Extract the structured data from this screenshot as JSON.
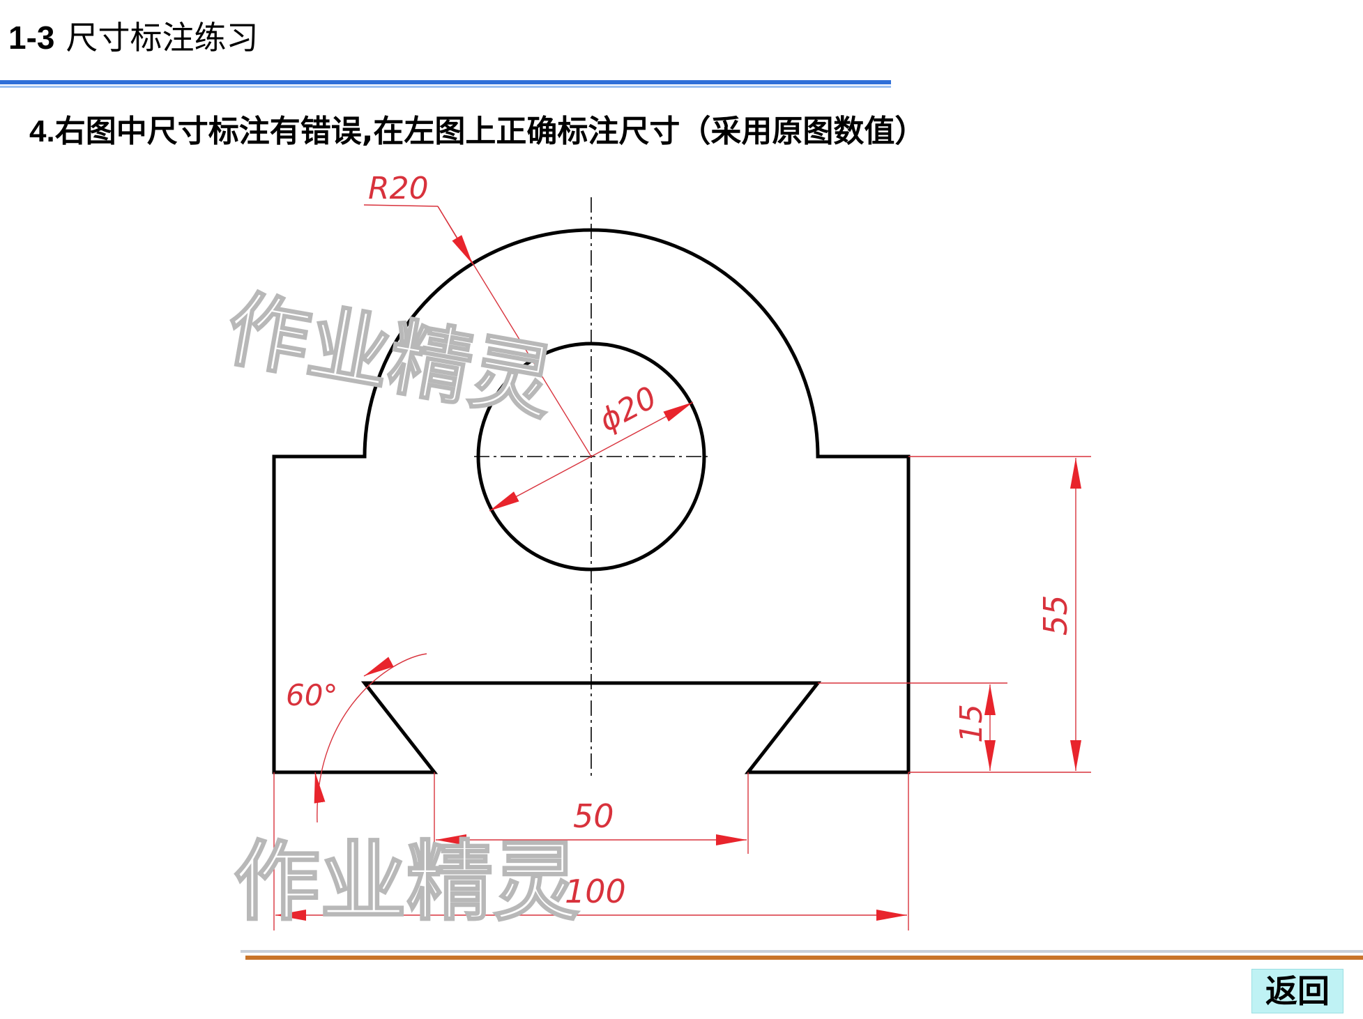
{
  "header": {
    "number": "1-3",
    "title": "尺寸标注练习"
  },
  "instruction": {
    "number": "4.",
    "text": "右图中尺寸标注有错误,在左图上正确标注尺寸（采用原图数值）"
  },
  "dimensions": {
    "radius": "R20",
    "diameter": "ϕ20",
    "height_total": "55",
    "height_slot": "15",
    "angle": "60°",
    "slot_width": "50",
    "total_width": "100"
  },
  "watermark": "作业精灵",
  "navigation": {
    "back_label": "返回"
  },
  "colors": {
    "dimension": "#d8323c",
    "outline": "#000000",
    "rule_top": "#2f6fd8",
    "rule_bottom": "#c8742a",
    "back_button": "#bff2f4"
  }
}
